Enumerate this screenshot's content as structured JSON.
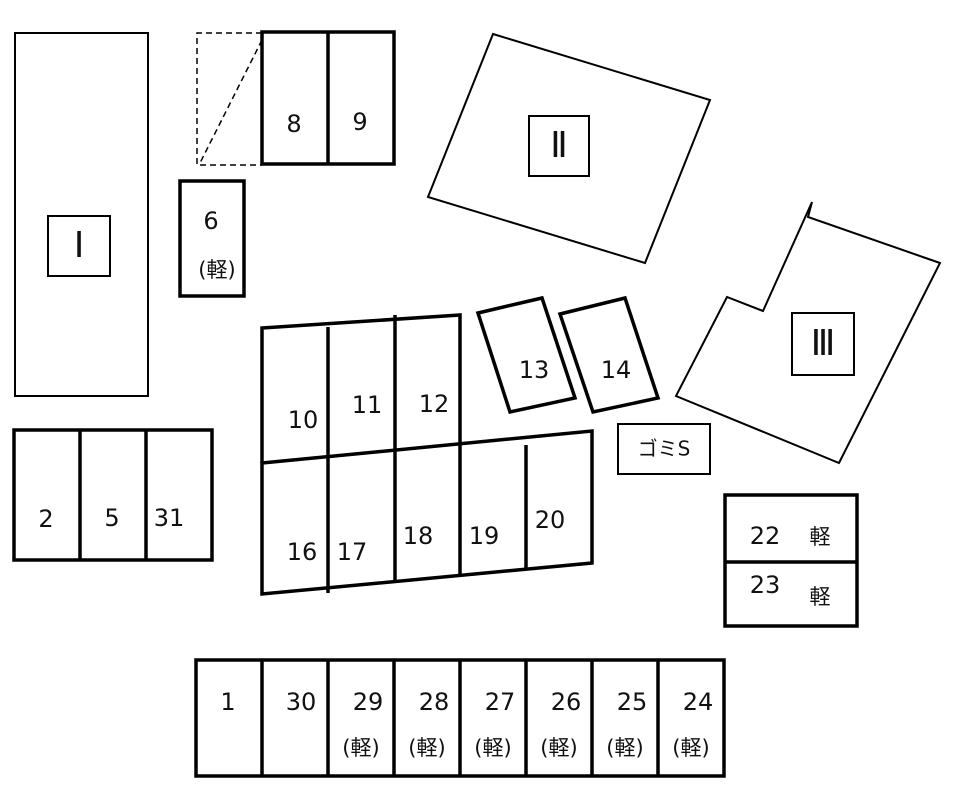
{
  "buildings": {
    "b1": "Ⅰ",
    "b2": "Ⅱ",
    "b3": "Ⅲ"
  },
  "spaces": {
    "s1": "1",
    "s2": "2",
    "s5": "5",
    "s6": "6",
    "s6_sub": "(軽)",
    "s8": "8",
    "s9": "9",
    "s10": "10",
    "s11": "11",
    "s12": "12",
    "s13": "13",
    "s14": "14",
    "s16": "16",
    "s17": "17",
    "s18": "18",
    "s19": "19",
    "s20": "20",
    "s22": "22",
    "s22_sub": "軽",
    "s23": "23",
    "s23_sub": "軽",
    "s24": "24",
    "s24_sub": "(軽)",
    "s25": "25",
    "s25_sub": "(軽)",
    "s26": "26",
    "s26_sub": "(軽)",
    "s27": "27",
    "s27_sub": "(軽)",
    "s28": "28",
    "s28_sub": "(軽)",
    "s29": "29",
    "s29_sub": "(軽)",
    "s30": "30",
    "s31": "31"
  },
  "garbage": {
    "label": "ゴミS"
  }
}
